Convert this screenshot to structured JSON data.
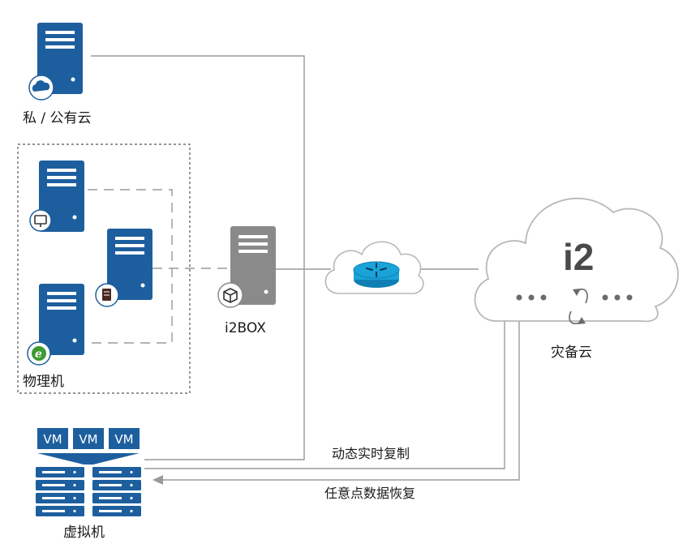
{
  "labels": {
    "cloud_source": "私 / 公有云",
    "physical": "物理机",
    "virtual": "虚拟机",
    "i2box": "i2BOX",
    "dr_cloud": "灾备云",
    "dr_logo": "i2",
    "replication": "动态实时复制",
    "recovery": "任意点数据恢复"
  },
  "vm_tags": [
    "VM",
    "VM",
    "VM"
  ],
  "colors": {
    "server_blue": "#1d5f9e",
    "server_blue_dark": "#174e86",
    "box_gray": "#8a8a8a",
    "router_cyan": "#1aa3d8",
    "line_gray": "#9a9a9a",
    "dot_gray": "#6b6b6b"
  }
}
